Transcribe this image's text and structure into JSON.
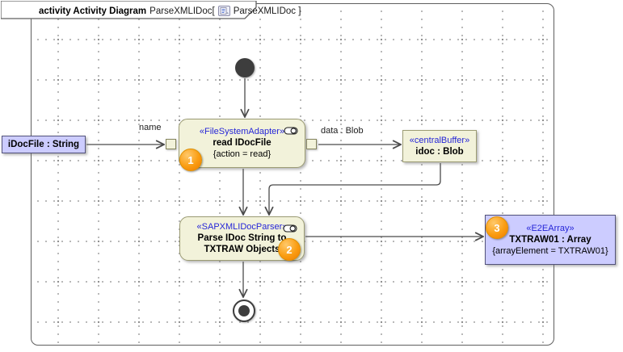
{
  "title": {
    "keyword_and_type": "activity Activity Diagram",
    "context_name": "ParseXMLIDoc[",
    "diagram_name": "ParseXMLIDoc ]"
  },
  "nodes": {
    "idoc_file_object": {
      "label": "iDocFile : String"
    },
    "read_action": {
      "stereotype": "«FileSystemAdapter»",
      "name": "read IDocFile",
      "constraint": "{action = read}",
      "badge": "1"
    },
    "central_buffer": {
      "stereotype": "«centralBuffer»",
      "name": "idoc : Blob"
    },
    "parse_action": {
      "stereotype": "«SAPXMLIDocParser»",
      "name_line1": "Parse IDoc String to",
      "name_line2": "TXTRAW Objects",
      "badge": "2"
    },
    "array_object": {
      "stereotype": "«E2EArray»",
      "name": "TXTRAW01 : Array",
      "constraint": "{arrayElement = TXTRAW01}",
      "badge": "3"
    }
  },
  "edge_labels": {
    "input_pin": "name",
    "output_pin": "data : Blob"
  },
  "colors": {
    "action_fill": "#F2F2DA",
    "action_border": "#9C9C74",
    "object_fill": "#CCCCFF",
    "object_border": "#52527A",
    "stereotype_text": "#2626D8",
    "badge_fill": "#F79500",
    "edge": "#4A4A4A"
  }
}
